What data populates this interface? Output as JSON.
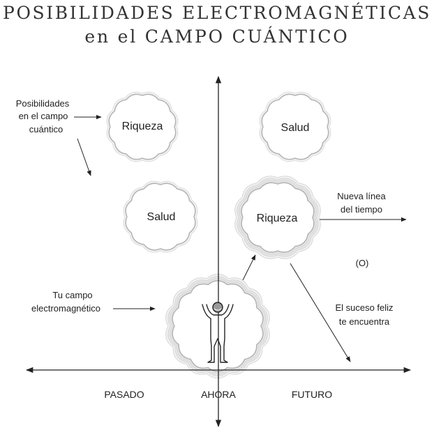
{
  "title": {
    "line1": "POSIBILIDADES ELECTROMAGNÉTICAS",
    "line2": "en el CAMPO CUÁNTICO"
  },
  "clouds": {
    "riqueza_top": "Riqueza",
    "salud_top": "Salud",
    "salud_left": "Salud",
    "riqueza_new": "Riqueza"
  },
  "annotations": {
    "possibilities": [
      "Posibilidades",
      "en el campo",
      "cuántico"
    ],
    "field": [
      "Tu campo",
      "electromagnético"
    ],
    "new_timeline": [
      "Nueva línea",
      "del tiempo"
    ],
    "or": "(O)",
    "event": [
      "El suceso feliz",
      "te encuentra"
    ]
  },
  "axis": {
    "past": "PASADO",
    "now": "AHORA",
    "future": "FUTURO"
  },
  "icons": {
    "person": "person-arms-raised-icon",
    "cloud": "cloud-icon"
  },
  "colors": {
    "ink": "#222222",
    "cloud_fill": "#ffffff",
    "cloud_stroke": "#b5b5b5",
    "glow": "#e6e6e6"
  }
}
